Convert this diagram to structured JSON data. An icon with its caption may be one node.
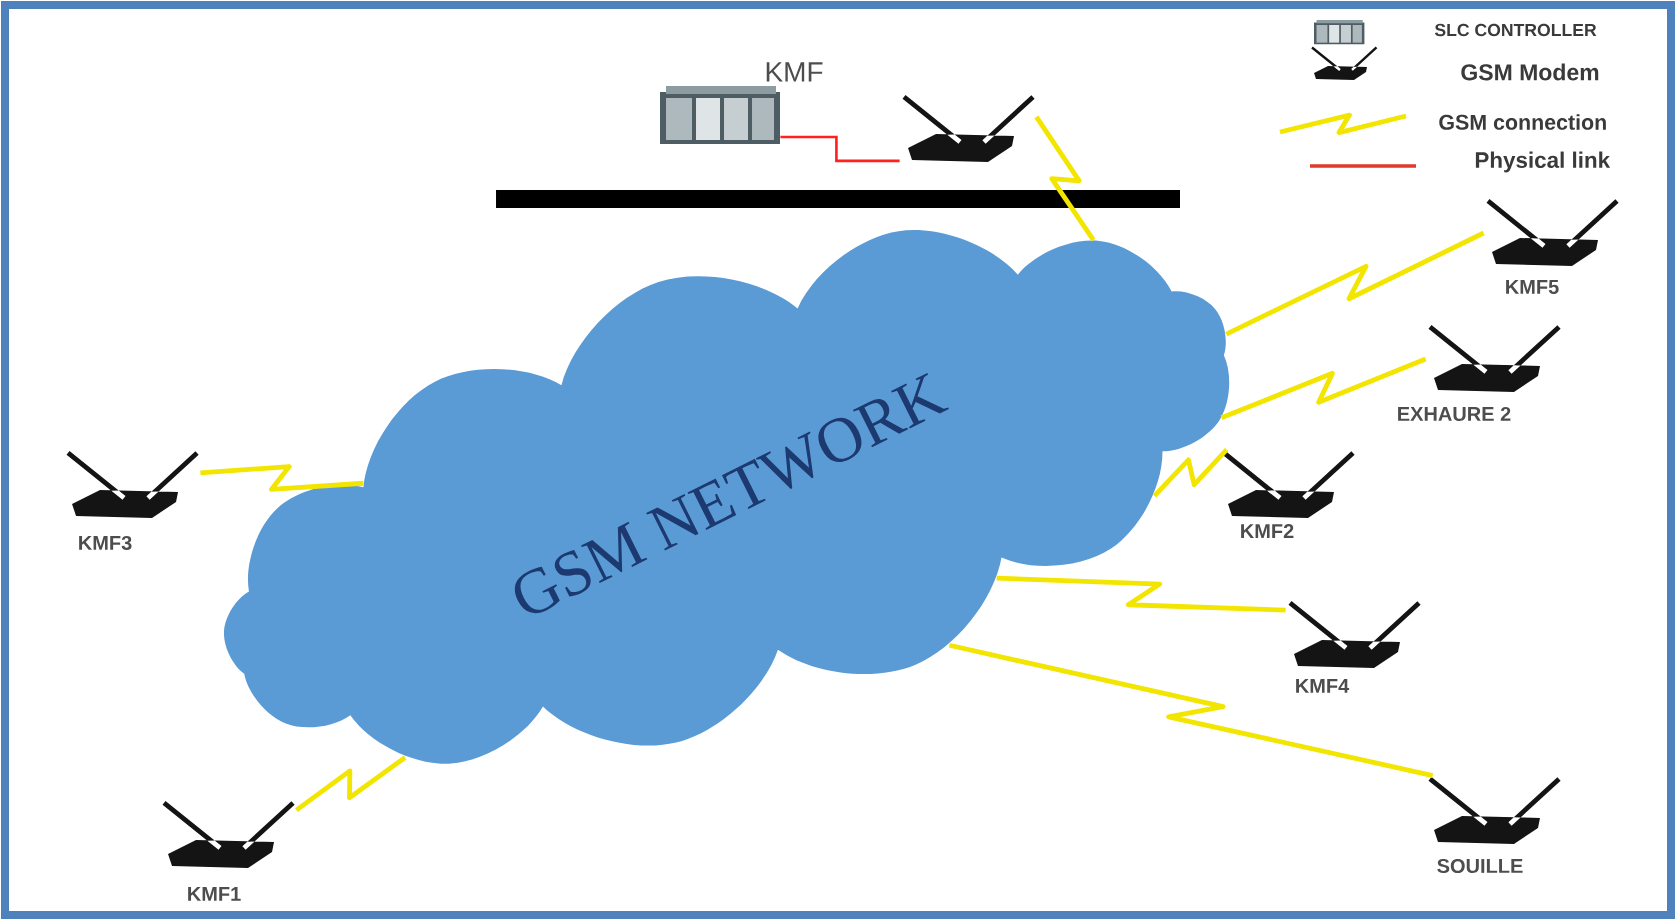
{
  "diagram": {
    "nodes": [
      {
        "text": [
          "KMF"
        ]
      },
      {
        "text": [],
        "shape": "picture"
      },
      {
        "text": [
          "GSM NETWORK"
        ]
      },
      {
        "text": [
          "KMF5"
        ]
      },
      {
        "text": [
          "EXHAURE 2"
        ]
      },
      {
        "text": [
          "KMF3"
        ]
      },
      {
        "text": [
          "KMF2"
        ]
      },
      {
        "text": [
          "KMF4"
        ]
      },
      {
        "text": [
          "SOUILLE"
        ]
      },
      {
        "text": [
          "KMF1"
        ]
      }
    ],
    "edges": [
      {
        "from": 0,
        "to": 1,
        "arrow": "none",
        "color": "#ff2020"
      },
      {
        "from": 1,
        "to": 2,
        "arrow": "none"
      },
      {
        "from": 2,
        "to": 3,
        "arrow": "none"
      },
      {
        "from": 2,
        "to": 4,
        "arrow": "none"
      },
      {
        "from": 2,
        "to": 5,
        "arrow": "none"
      },
      {
        "from": 2,
        "to": 6,
        "arrow": "none"
      },
      {
        "from": 2,
        "to": 7,
        "arrow": "none"
      },
      {
        "from": 2,
        "to": 8,
        "arrow": "none"
      },
      {
        "from": 2,
        "to": 9,
        "arrow": "none"
      }
    ],
    "legend": [
      {
        "text": "SLC CONTROLLER"
      },
      {
        "text": "GSM Modem"
      },
      {
        "text": "GSM connection"
      },
      {
        "text": "Physical link"
      }
    ]
  }
}
